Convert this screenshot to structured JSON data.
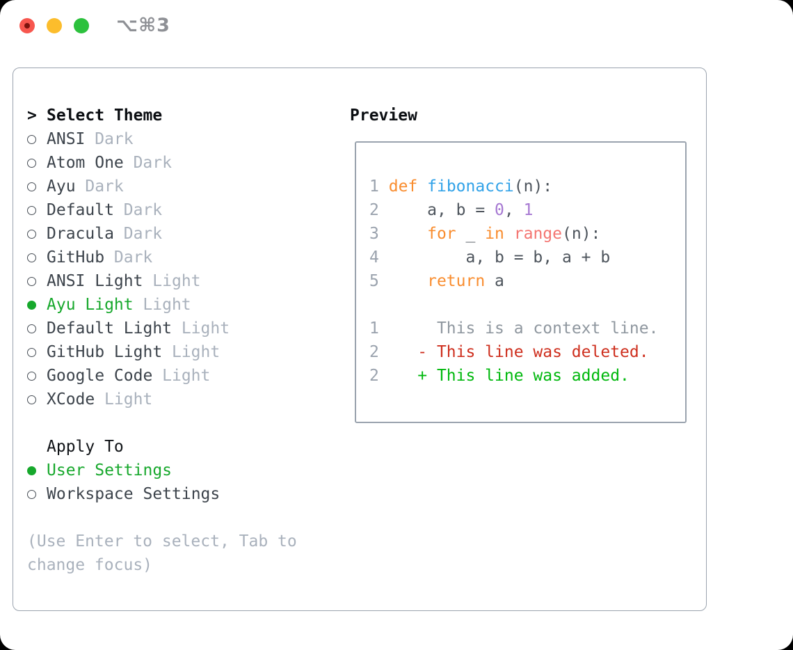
{
  "window": {
    "shortcut_label": "⌥⌘3"
  },
  "theme_list": {
    "prompt": ">",
    "title": "Select Theme",
    "items": [
      {
        "name": "ANSI",
        "variant": "Dark",
        "selected": false
      },
      {
        "name": "Atom One",
        "variant": "Dark",
        "selected": false
      },
      {
        "name": "Ayu",
        "variant": "Dark",
        "selected": false
      },
      {
        "name": "Default",
        "variant": "Dark",
        "selected": false
      },
      {
        "name": "Dracula",
        "variant": "Dark",
        "selected": false
      },
      {
        "name": "GitHub",
        "variant": "Dark",
        "selected": false
      },
      {
        "name": "ANSI Light",
        "variant": "Light",
        "selected": false
      },
      {
        "name": "Ayu Light",
        "variant": "Light",
        "selected": true
      },
      {
        "name": "Default Light",
        "variant": "Light",
        "selected": false
      },
      {
        "name": "GitHub Light",
        "variant": "Light",
        "selected": false
      },
      {
        "name": "Google Code",
        "variant": "Light",
        "selected": false
      },
      {
        "name": "XCode",
        "variant": "Light",
        "selected": false
      }
    ]
  },
  "apply_to": {
    "title": "Apply To",
    "options": [
      {
        "label": "User Settings",
        "selected": true
      },
      {
        "label": "Workspace Settings",
        "selected": false
      }
    ]
  },
  "help_text": "(Use Enter to select, Tab to change focus)",
  "preview": {
    "title": "Preview",
    "lines": [
      {
        "tokens": [
          {
            "t": "1",
            "s": "linenum"
          },
          {
            "t": " ",
            "s": "code_plain"
          },
          {
            "t": "def",
            "s": "keyword"
          },
          {
            "t": " ",
            "s": "code_plain"
          },
          {
            "t": "fibonacci",
            "s": "function"
          },
          {
            "t": "(n):",
            "s": "code_plain"
          }
        ]
      },
      {
        "tokens": [
          {
            "t": "2",
            "s": "linenum"
          },
          {
            "t": "     a, b = ",
            "s": "code_plain"
          },
          {
            "t": "0",
            "s": "number"
          },
          {
            "t": ", ",
            "s": "code_plain"
          },
          {
            "t": "1",
            "s": "number"
          }
        ]
      },
      {
        "tokens": [
          {
            "t": "3",
            "s": "linenum"
          },
          {
            "t": "     ",
            "s": "code_plain"
          },
          {
            "t": "for",
            "s": "keyword"
          },
          {
            "t": " _ ",
            "s": "code_plain"
          },
          {
            "t": "in",
            "s": "keyword"
          },
          {
            "t": " ",
            "s": "code_plain"
          },
          {
            "t": "range",
            "s": "builtin"
          },
          {
            "t": "(n):",
            "s": "code_plain"
          }
        ]
      },
      {
        "tokens": [
          {
            "t": "4",
            "s": "linenum"
          },
          {
            "t": "         a, b = b, a + b",
            "s": "code_plain"
          }
        ]
      },
      {
        "tokens": [
          {
            "t": "5",
            "s": "linenum"
          },
          {
            "t": "     ",
            "s": "code_plain"
          },
          {
            "t": "return",
            "s": "keyword"
          },
          {
            "t": " a",
            "s": "code_plain"
          }
        ]
      },
      {
        "tokens": []
      },
      {
        "tokens": [
          {
            "t": "1",
            "s": "linenum"
          },
          {
            "t": "      ",
            "s": "code_plain"
          },
          {
            "t": "This is a context line.",
            "s": "context"
          }
        ]
      },
      {
        "tokens": [
          {
            "t": "2",
            "s": "linenum"
          },
          {
            "t": "    ",
            "s": "code_plain"
          },
          {
            "t": "- This line was deleted.",
            "s": "deleted"
          }
        ]
      },
      {
        "tokens": [
          {
            "t": "2",
            "s": "linenum"
          },
          {
            "t": "    ",
            "s": "code_plain"
          },
          {
            "t": "+ This line was added.",
            "s": "added"
          }
        ]
      }
    ]
  },
  "colors": {
    "accent_green": "#17a82c",
    "text_primary": "#3c434b",
    "text_black": "#0b0e12",
    "text_muted": "#a9b1bc",
    "border": "#9aa3ae",
    "title_gray": "#8e9095",
    "traffic_red": "#f7564e",
    "traffic_red_dot": "#7c130d",
    "traffic_yellow": "#fcbd2c",
    "traffic_green": "#2cc13d",
    "linenum": "#9aa2ad",
    "keyword": "#f98d2f",
    "function": "#31a2e8",
    "number": "#a678d2",
    "builtin": "#f47571",
    "code_plain": "#4d545c",
    "context": "#8f979f",
    "deleted": "#ce2e1d",
    "added": "#00b80d"
  }
}
